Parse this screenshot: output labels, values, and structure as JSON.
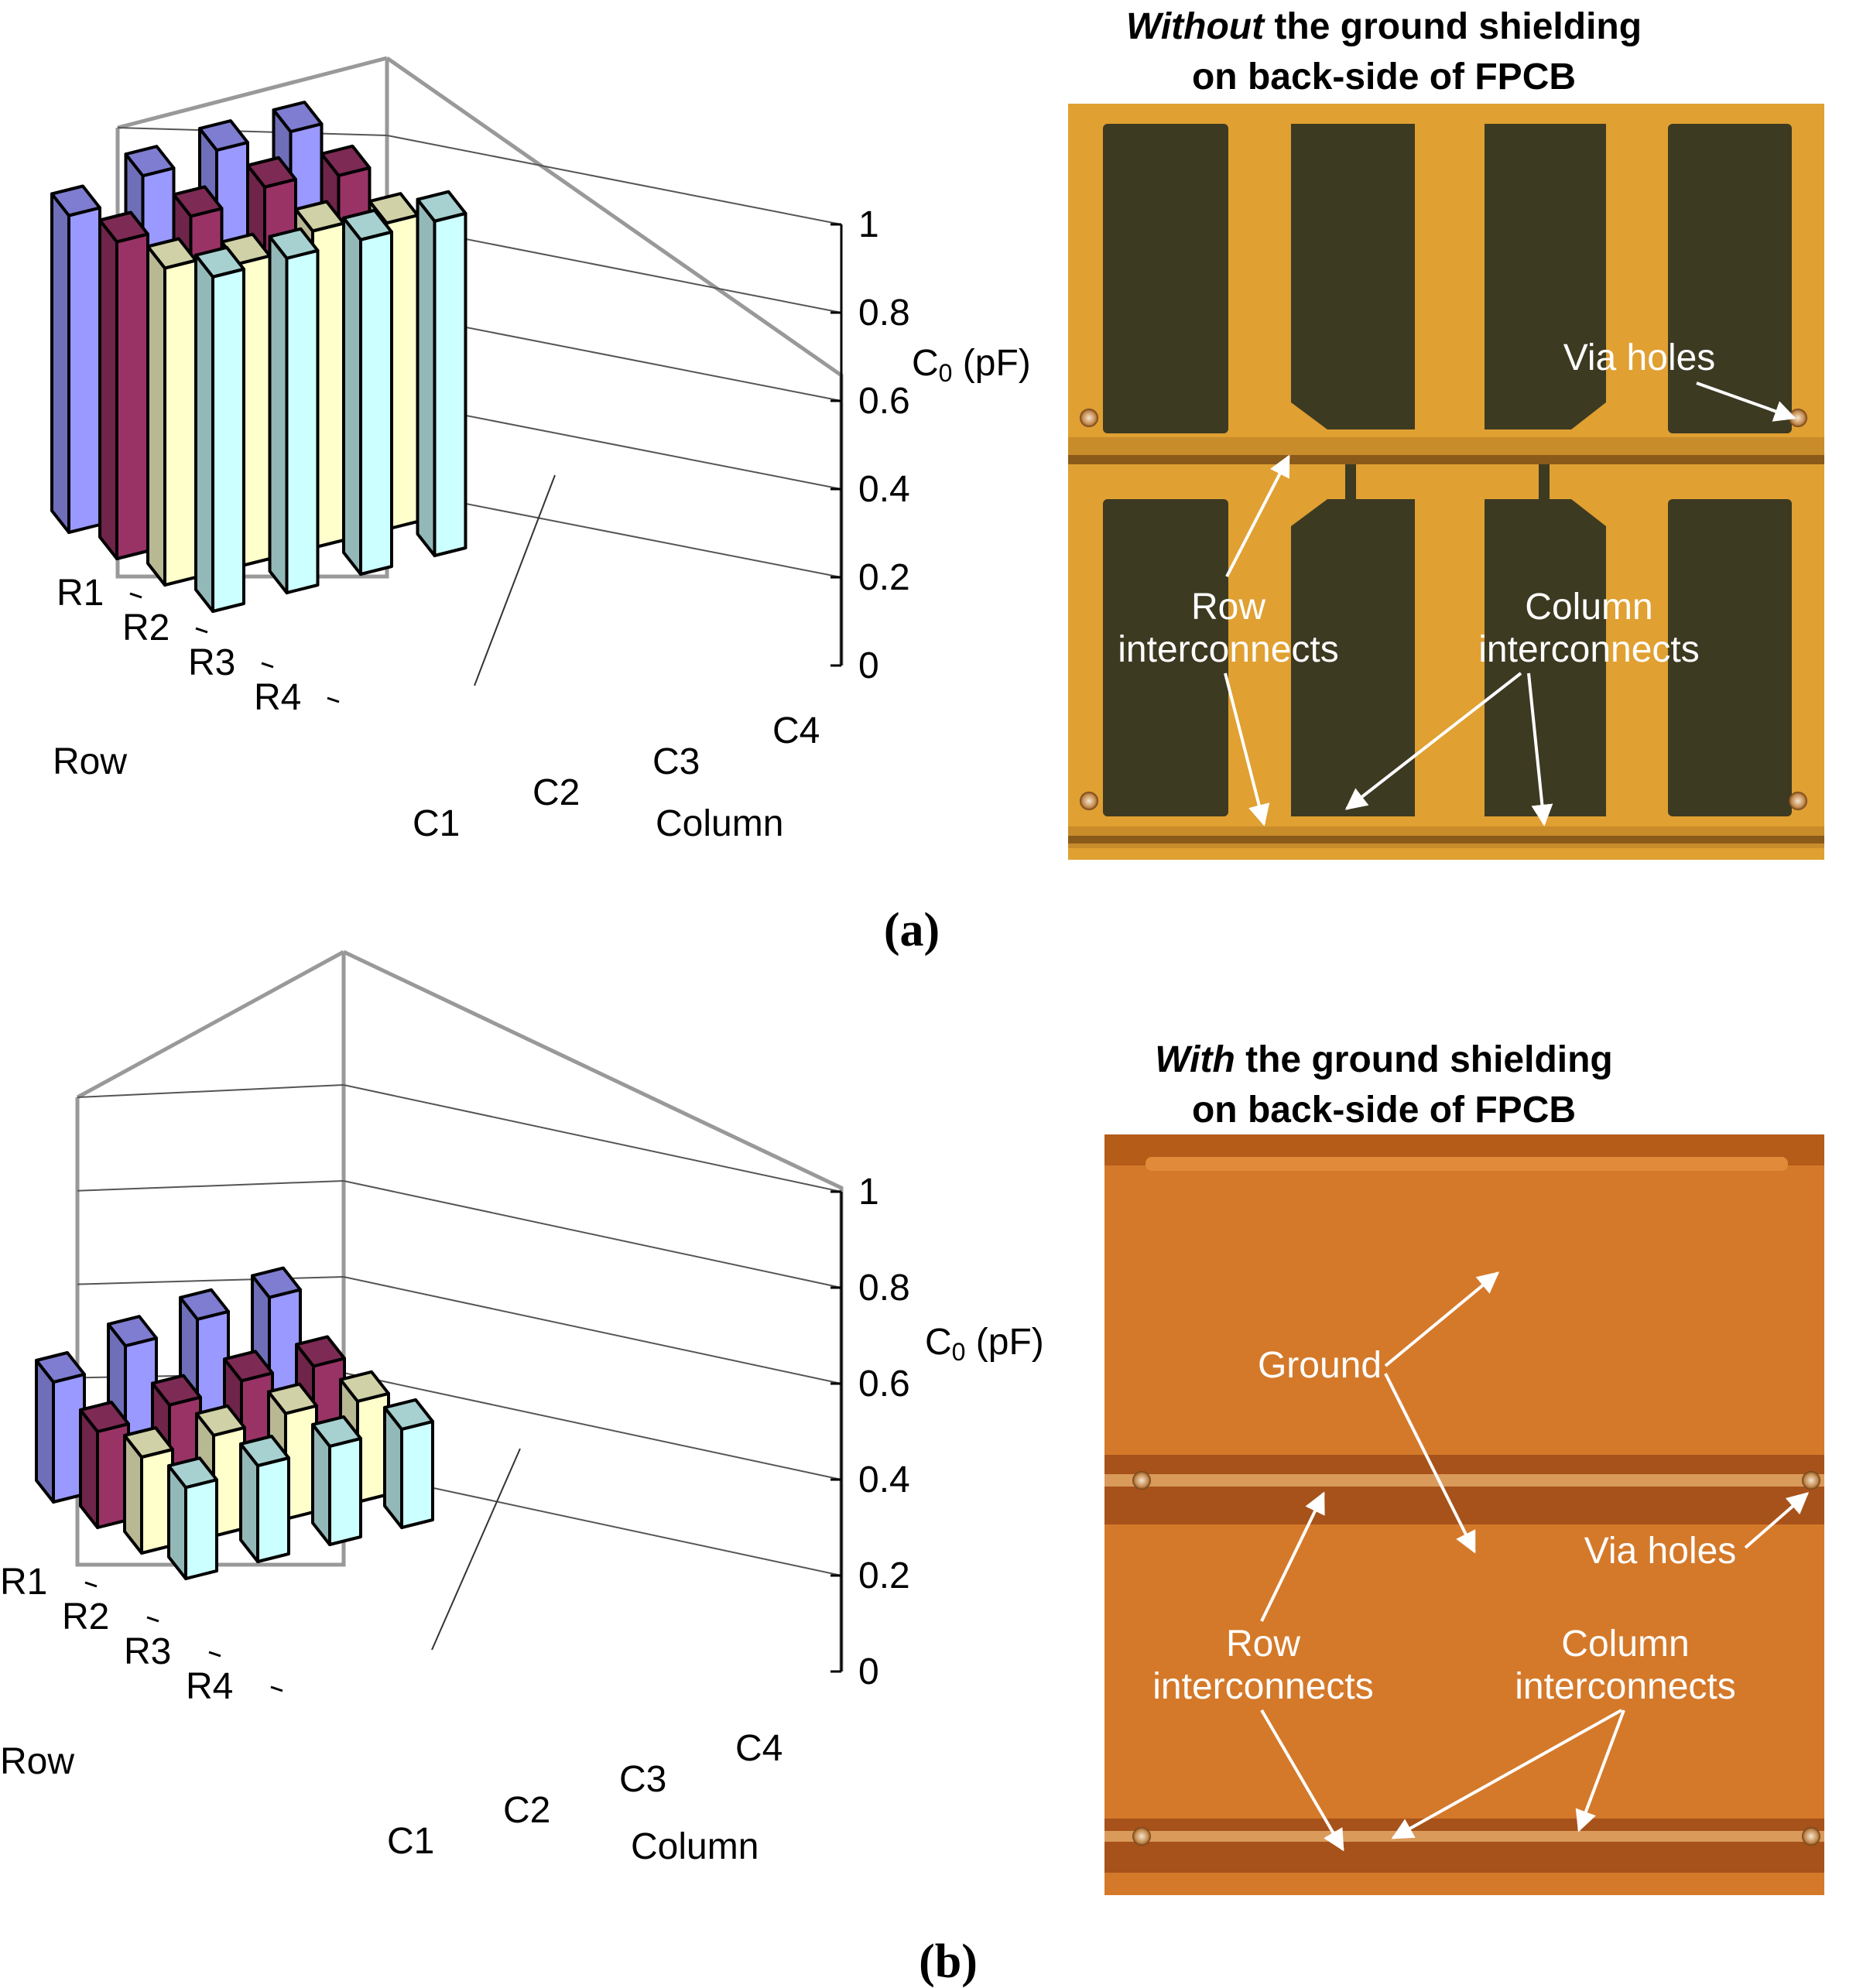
{
  "chart_data": [
    {
      "type": "bar3d",
      "panel": "(a)",
      "rows": [
        "R1",
        "R2",
        "R3",
        "R4"
      ],
      "columns": [
        "C1",
        "C2",
        "C3",
        "C4"
      ],
      "row_axis_label": "Row",
      "column_axis_label": "Column",
      "zlabel_main": "C",
      "zlabel_sub": "0",
      "zlabel_unit": " (pF)",
      "zlim": [
        0,
        1
      ],
      "zticks": [
        "0",
        "0.2",
        "0.4",
        "0.6",
        "0.8",
        "1"
      ],
      "values": [
        [
          0.9,
          0.96,
          0.98,
          0.98
        ],
        [
          0.9,
          0.92,
          0.95,
          0.93
        ],
        [
          0.9,
          0.86,
          0.9,
          0.87
        ],
        [
          0.95,
          0.95,
          0.95,
          0.95
        ]
      ],
      "row_colors": [
        "#9a99ff",
        "#993366",
        "#ffffcc",
        "#ccffff"
      ]
    },
    {
      "type": "bar3d",
      "panel": "(b)",
      "rows": [
        "R1",
        "R2",
        "R3",
        "R4"
      ],
      "columns": [
        "C1",
        "C2",
        "C3",
        "C4"
      ],
      "row_axis_label": "Row",
      "column_axis_label": "Column",
      "zlabel_main": "C",
      "zlabel_sub": "0",
      "zlabel_unit": " (pF)",
      "zlim": [
        0,
        1
      ],
      "zticks": [
        "0",
        "0.2",
        "0.4",
        "0.6",
        "0.8",
        "1"
      ],
      "values": [
        [
          0.5,
          0.58,
          0.62,
          0.64
        ],
        [
          0.4,
          0.44,
          0.47,
          0.46
        ],
        [
          0.4,
          0.42,
          0.44,
          0.42
        ],
        [
          0.38,
          0.4,
          0.41,
          0.41
        ]
      ],
      "row_colors": [
        "#9a99ff",
        "#993366",
        "#ffffcc",
        "#ccffff"
      ]
    }
  ],
  "photos": [
    {
      "title_italic": "Without",
      "title_rest": " the ground shielding",
      "title_line2": "on back-side of FPCB",
      "annotations": {
        "via": "Via holes",
        "row1": "Row",
        "row2": "interconnects",
        "col1": "Column",
        "col2": "interconnects"
      }
    },
    {
      "title_italic": "With",
      "title_rest": " the ground shielding",
      "title_line2": "on back-side of FPCB",
      "annotations": {
        "ground": "Ground",
        "via": "Via holes",
        "row1": "Row",
        "row2": "interconnects",
        "col1": "Column",
        "col2": "interconnects"
      }
    }
  ],
  "captions": [
    "(a)",
    "(b)"
  ]
}
